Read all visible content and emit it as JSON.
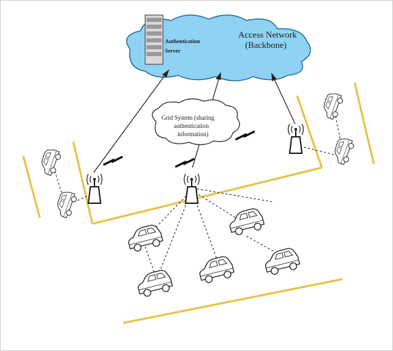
{
  "diagram": {
    "nodes": {
      "auth_server": {
        "label_line1": "Authentication",
        "label_line2": "Server"
      },
      "access_network": {
        "label_line1": "Access Network",
        "label_line2": "(Backbone)"
      },
      "grid_system": {
        "label_line1": "Grid System (sharing",
        "label_line2": "authentication",
        "label_line3": "information)"
      },
      "access_points": [
        "ap-left",
        "ap-center",
        "ap-right"
      ],
      "vehicles": {
        "left_group": [
          "car-left-1",
          "car-left-2"
        ],
        "right_group": [
          "car-right-1",
          "car-right-2"
        ],
        "center_group": [
          "car-c1",
          "car-c2",
          "car-c3",
          "car-c4",
          "car-c5"
        ]
      }
    },
    "colors": {
      "cloud_fill": "#8fd3f4",
      "cloud_stroke": "#2a6e9e",
      "lane_line": "#e6c34a",
      "link": "#222222"
    },
    "icons": [
      "server-icon",
      "wireless-tower-icon",
      "wireless-link-icon",
      "car-icon"
    ]
  }
}
